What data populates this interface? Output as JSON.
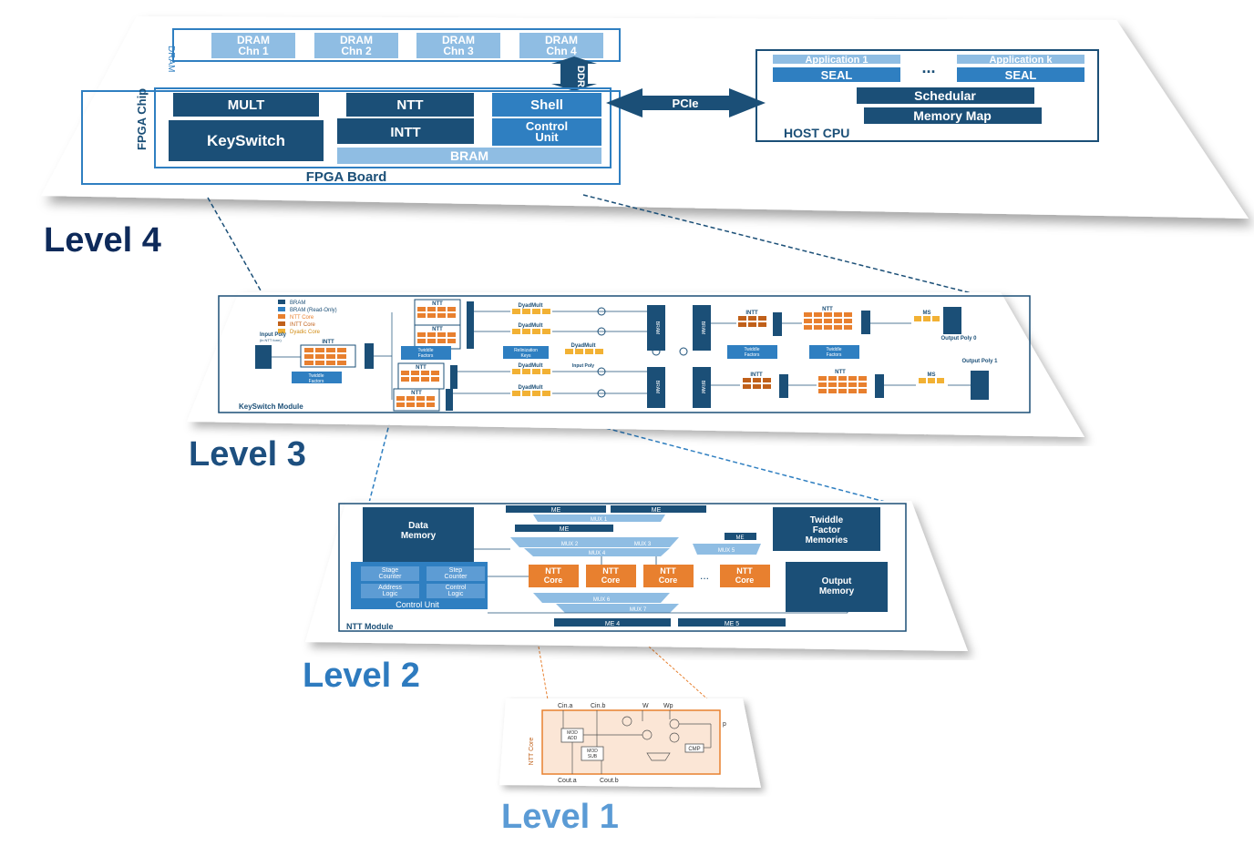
{
  "levels": {
    "l4": "Level 4",
    "l3": "Level 3",
    "l2": "Level 2",
    "l1": "Level 1"
  },
  "colors": {
    "dark_blue": "#1b4f77",
    "mid_blue": "#2f7fc1",
    "light_blue": "#8fbde3",
    "orange": "#e8802f",
    "level4": "#0e2a5a",
    "level3": "#1d4f7f",
    "level2": "#2e7bbf",
    "level1": "#5b9bd5"
  },
  "level4": {
    "dram_label": "DRAM",
    "dram_channels": [
      "DRAM\nChn 1",
      "DRAM\nChn 2",
      "DRAM\nChn 3",
      "DRAM\nChn 4"
    ],
    "ddr": "DDR",
    "fpga_chip": "FPGA Chip",
    "fpga_board": "FPGA Board",
    "mult": "MULT",
    "keyswitch": "KeySwitch",
    "ntt": "NTT",
    "intt": "INTT",
    "shell": "Shell",
    "control_unit": "Control\nUnit",
    "bram": "BRAM",
    "pcie": "PCIe",
    "app1": "Application 1",
    "appk": "Application k",
    "ellipsis": "...",
    "seal": "SEAL",
    "scheduler": "Schedular",
    "memory_map": "Memory Map",
    "host_cpu": "HOST CPU"
  },
  "level3": {
    "legend": [
      "BRAM",
      "BRAM (Read-Only)",
      "NTT Core",
      "INTT Core",
      "Dyadic Core"
    ],
    "input_poly": "Input Poly",
    "in_ntt_form": "(in NTT form)",
    "intt": "INTT",
    "ntt": "NTT",
    "twiddle": "Twiddle\nFactors",
    "dyadmult": "DyadMult",
    "relin_keys": "Relinization\nKeys",
    "input_poly2": "Input Poly",
    "bram": "BRAM",
    "ms": "MS",
    "output_poly0": "Output Poly 0",
    "output_poly1": "Output Poly 1",
    "module": "KeySwitch Module"
  },
  "level2": {
    "data_memory": "Data\nMemory",
    "me_n": "ME",
    "mux1": "MUX 1",
    "mux2": "MUX 2",
    "mux3": "MUX 3",
    "mux4": "MUX 4",
    "mux5": "MUX 5",
    "mux6": "MUX 6",
    "mux7": "MUX 7",
    "stage_counter": "Stage\nCounter",
    "step_counter": "Step\nCounter",
    "address_logic": "Address\nLogic",
    "control_logic": "Control\nLogic",
    "control_unit": "Control Unit",
    "ntt_core": "NTT\nCore",
    "ellipsis": "...",
    "twiddle_memories": "Twiddle\nFactor\nMemories",
    "output_memory": "Output\nMemory",
    "me4": "ME 4",
    "me5": "ME 5",
    "module": "NTT Module"
  },
  "level1": {
    "cin_a": "Cin.a",
    "cin_b": "Cin.b",
    "w": "W",
    "wp": "Wp",
    "p": "p",
    "mod_add": "MOD\nADD",
    "mod_sub": "MOD\nSUB",
    "cmp": "CMP",
    "cout_a": "Cout.a",
    "cout_b": "Cout.b",
    "core": "NTT Core"
  }
}
